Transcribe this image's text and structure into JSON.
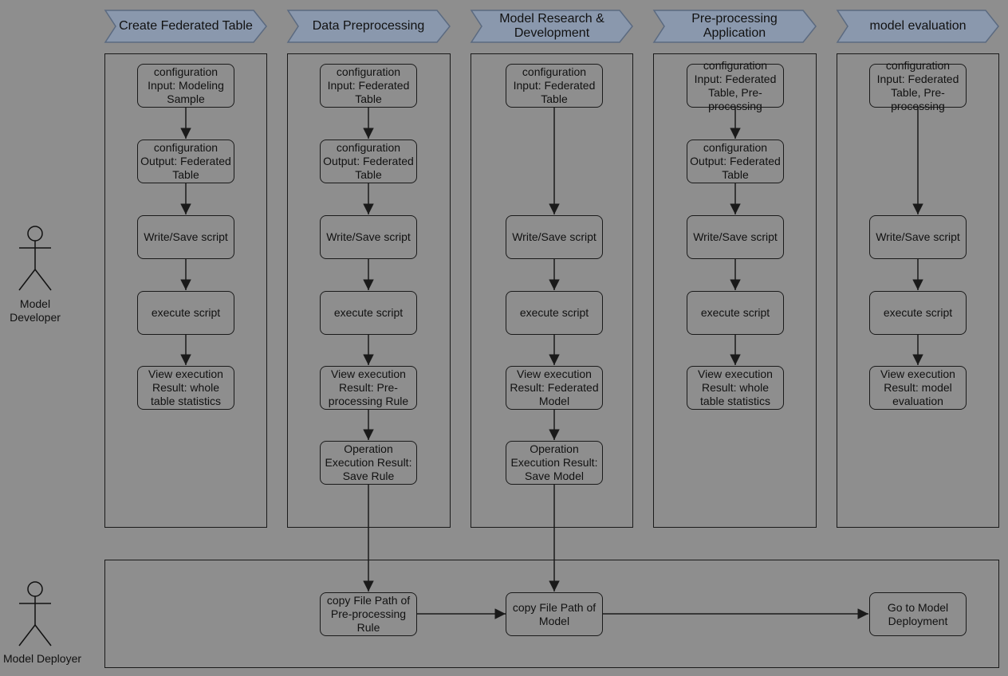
{
  "phases": [
    {
      "label": "Create Federated Table"
    },
    {
      "label": "Data Preprocessing"
    },
    {
      "label": "Model Research & Development"
    },
    {
      "label": "Pre-processing Application"
    },
    {
      "label": "model evaluation"
    }
  ],
  "actors": {
    "developer": "Model Developer",
    "deployer": "Model Deployer"
  },
  "lanes": {
    "create_table": {
      "input": "configuration Input: Modeling Sample",
      "output": "configuration Output: Federated Table",
      "write": "Write/Save script",
      "execute": "execute script",
      "view": "View execution Result: whole table statistics"
    },
    "preprocessing": {
      "input": "configuration Input: Federated Table",
      "output": "configuration Output: Federated Table",
      "write": "Write/Save script",
      "execute": "execute script",
      "view": "View execution Result: Pre-processing Rule",
      "operation": "Operation Execution Result: Save Rule"
    },
    "research": {
      "input": "configuration Input: Federated Table",
      "write": "Write/Save script",
      "execute": "execute script",
      "view": "View execution Result: Federated Model",
      "operation": "Operation Execution Result: Save Model"
    },
    "application": {
      "input": "configuration Input: Federated Table, Pre-processing",
      "output": "configuration Output: Federated Table",
      "write": "Write/Save script",
      "execute": "execute script",
      "view": "View execution Result: whole table statistics"
    },
    "evaluation": {
      "input": "configuration Input: Federated Table, Pre-processing",
      "write": "Write/Save script",
      "execute": "execute script",
      "view": "View execution Result: model evaluation"
    }
  },
  "deployment": {
    "copy_rule": "copy File Path of Pre-processing Rule",
    "copy_model": "copy File Path of Model",
    "go_deploy": "Go to Model Deployment"
  },
  "colors": {
    "background": "#8e8e8e",
    "header_fill": "#8a98ad",
    "header_stroke": "#5b6a80",
    "line": "#1a1a1a"
  }
}
